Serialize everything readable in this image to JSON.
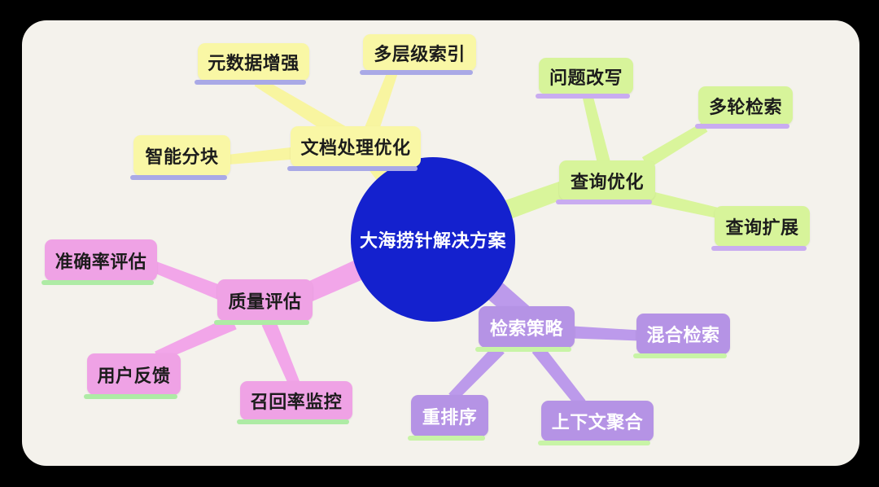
{
  "page": {
    "background": "#000000",
    "panel_color": "#F4F2EC"
  },
  "mindmap": {
    "root": {
      "id": "root",
      "label": "大海捞针解决方案",
      "fill": "#1421CE",
      "text_color": "#FFFFFF"
    },
    "branches": [
      {
        "id": "doc-processing",
        "label": "文档处理优化",
        "fill": "#F9F7A5",
        "bar_color": "#A9A9E6",
        "connector_color": "#F8F5A0",
        "text_color": "#1C1C1C",
        "children": [
          {
            "id": "metadata-enhancement",
            "label": "元数据增强"
          },
          {
            "id": "multilevel-index",
            "label": "多层级索引"
          },
          {
            "id": "smart-chunking",
            "label": "智能分块"
          }
        ]
      },
      {
        "id": "query-optimization",
        "label": "查询优化",
        "fill": "#D7F49A",
        "bar_color": "#C9ACF0",
        "connector_color": "#D9F59B",
        "text_color": "#1C1C1C",
        "children": [
          {
            "id": "question-rewrite",
            "label": "问题改写"
          },
          {
            "id": "multi-round-retrieval",
            "label": "多轮检索"
          },
          {
            "id": "query-expansion",
            "label": "查询扩展"
          }
        ]
      },
      {
        "id": "quality-evaluation",
        "label": "质量评估",
        "fill": "#EFA2E5",
        "bar_color": "#AEEBA5",
        "connector_color": "#F2A6E9",
        "text_color": "#1C1C1C",
        "children": [
          {
            "id": "accuracy-evaluation",
            "label": "准确率评估"
          },
          {
            "id": "user-feedback",
            "label": "用户反馈"
          },
          {
            "id": "recall-monitoring",
            "label": "召回率监控"
          }
        ]
      },
      {
        "id": "retrieval-strategy",
        "label": "检索策略",
        "fill": "#B593E5",
        "bar_color": "#C8F4A6",
        "connector_color": "#BC9AEB",
        "text_color": "#FFFFFF",
        "children": [
          {
            "id": "hybrid-retrieval",
            "label": "混合检索"
          },
          {
            "id": "rerank",
            "label": "重排序"
          },
          {
            "id": "context-aggregation",
            "label": "上下文聚合"
          }
        ]
      }
    ]
  }
}
